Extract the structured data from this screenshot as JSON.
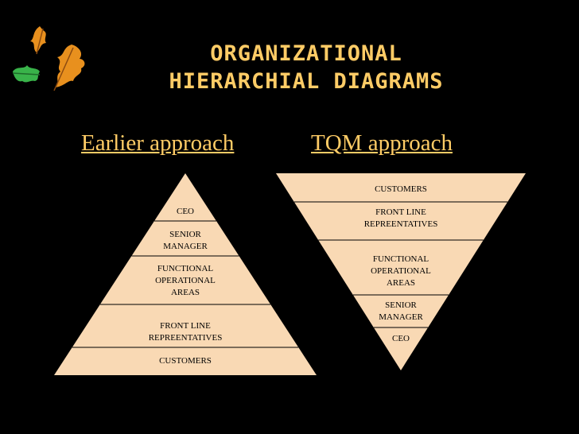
{
  "title": {
    "line1": "ORGANIZATIONAL",
    "line2": "HIERARCHIAL DIAGRAMS"
  },
  "earlier": {
    "heading": "Earlier approach",
    "levels": [
      {
        "lines": [
          "CEO"
        ]
      },
      {
        "lines": [
          "SENIOR",
          "MANAGER"
        ]
      },
      {
        "lines": [
          "FUNCTIONAL",
          "OPERATIONAL",
          "AREAS"
        ]
      },
      {
        "lines": [
          "FRONT LINE",
          "REPREENTATIVES"
        ]
      },
      {
        "lines": [
          "CUSTOMERS"
        ]
      }
    ]
  },
  "tqm": {
    "heading": "TQM approach",
    "levels": [
      {
        "lines": [
          "CUSTOMERS"
        ]
      },
      {
        "lines": [
          "FRONT LINE",
          "REPREENTATIVES"
        ]
      },
      {
        "lines": [
          "FUNCTIONAL",
          "OPERATIONAL",
          "AREAS"
        ]
      },
      {
        "lines": [
          "SENIOR",
          "MANAGER"
        ]
      },
      {
        "lines": [
          "CEO"
        ]
      }
    ]
  },
  "colors": {
    "background": "#000000",
    "title": "#FFCC66",
    "pyramid_fill": "#F9D9B4",
    "divider": "#000000",
    "leaf_orange": "#E8901E",
    "leaf_green": "#39B34A"
  },
  "icons": {
    "decoration": "oak-leaves-icon"
  }
}
